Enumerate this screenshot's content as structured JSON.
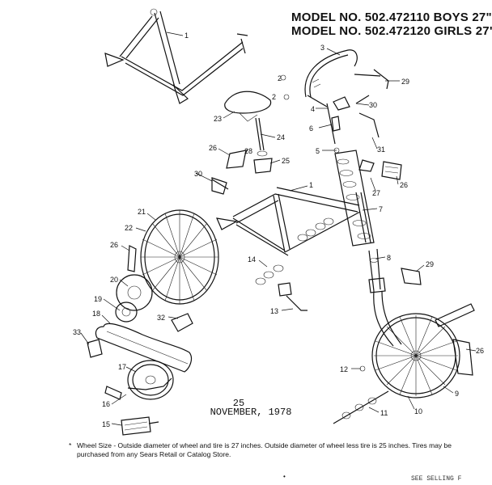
{
  "header": {
    "model_line_1": "MODEL NO. 502.472110 BOYS 27\"",
    "model_line_2": "MODEL NO. 502.472120 GIRLS 27\""
  },
  "page": {
    "number": "25",
    "date": "NOVEMBER, 1978"
  },
  "footnote": {
    "marker": "*",
    "text": "Wheel Size - Outside diameter of wheel and tire is 27 inches. Outside diameter of wheel less tire is 25 inches. Tires may be purchased from any Sears Retail or Catalog Store."
  },
  "bottom_mark": "•",
  "corner_text": "SEE SELLING F",
  "part_labels": [
    "1",
    "1",
    "2",
    "2",
    "3",
    "4",
    "5",
    "6",
    "7",
    "8",
    "9",
    "10",
    "11",
    "12",
    "13",
    "14",
    "15",
    "16",
    "17",
    "18",
    "19",
    "20",
    "21",
    "22",
    "23",
    "24",
    "25",
    "26",
    "26",
    "26",
    "26",
    "27",
    "28",
    "29",
    "29",
    "30",
    "30",
    "31",
    "32",
    "33"
  ]
}
